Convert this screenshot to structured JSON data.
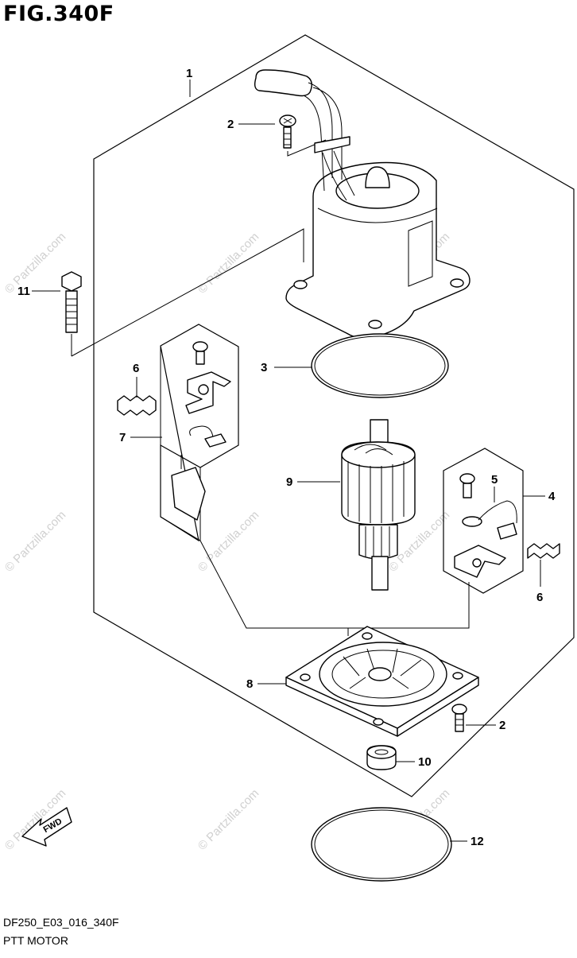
{
  "figure": {
    "title": "FIG.340F",
    "code": "DF250_E03_016_340F",
    "name": "PTT MOTOR"
  },
  "direction_label": "FWD",
  "watermark": "© Partzilla.com",
  "callouts": [
    "1",
    "2",
    "3",
    "11",
    "6",
    "7",
    "9",
    "5",
    "4",
    "6",
    "8",
    "2",
    "10",
    "12"
  ]
}
